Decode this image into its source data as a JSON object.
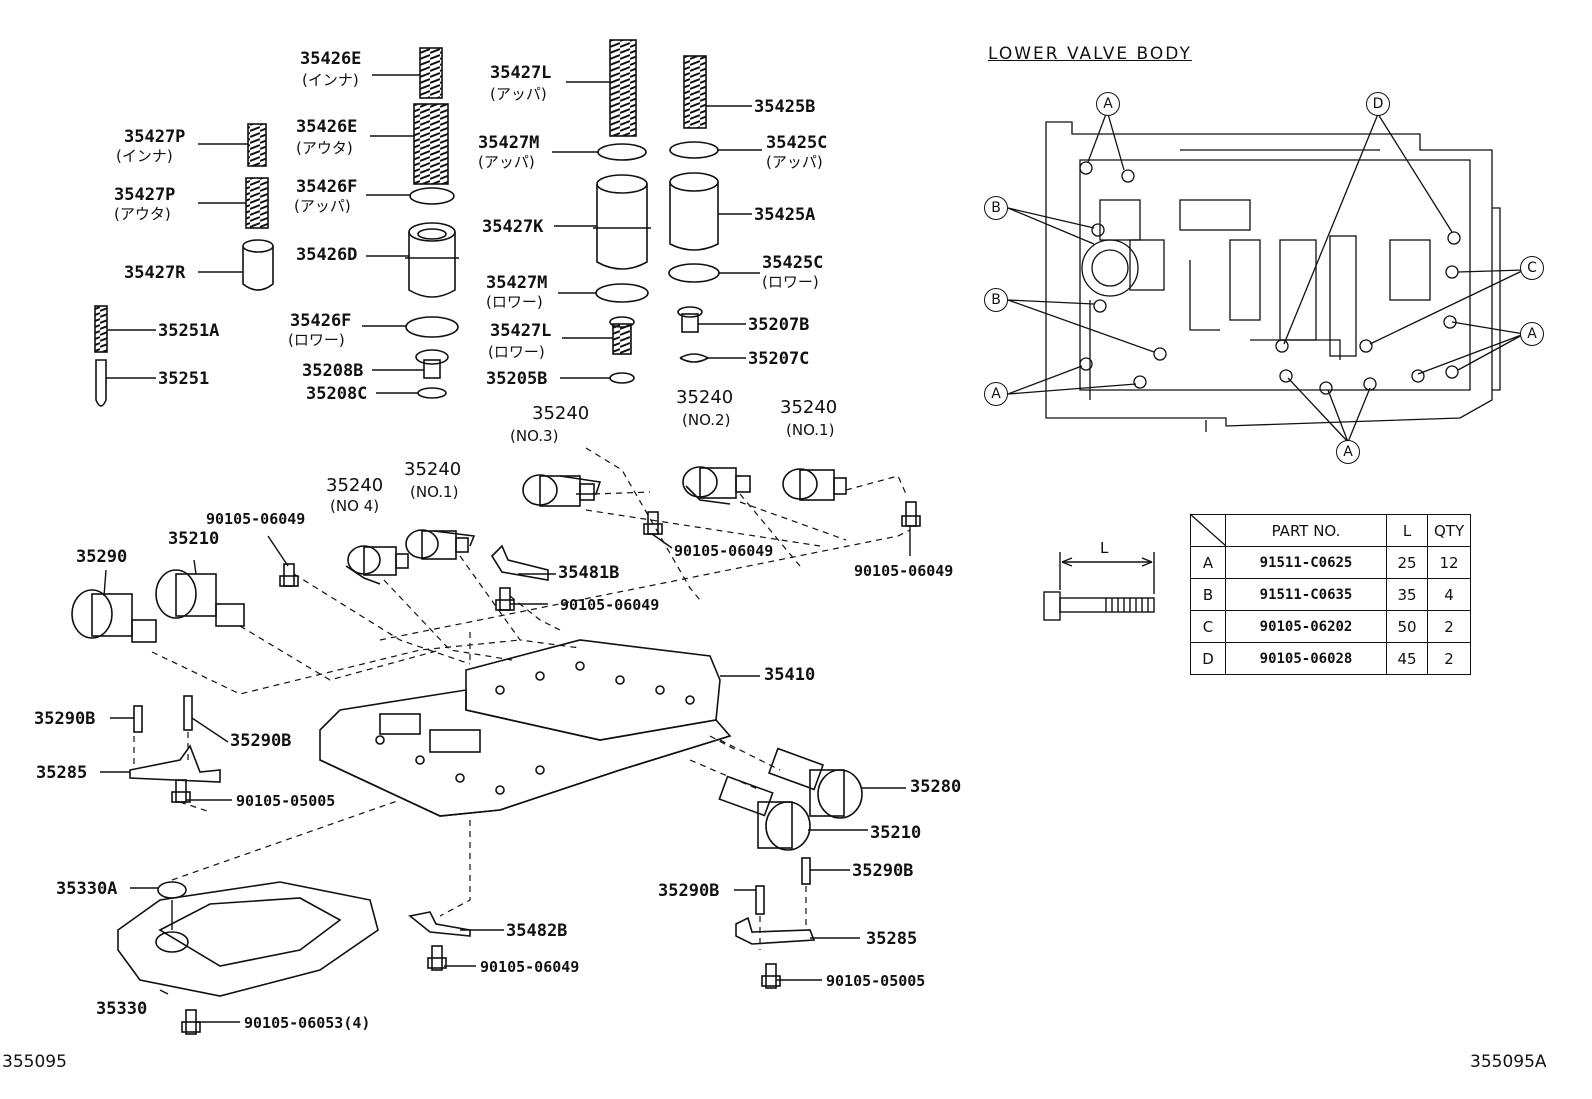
{
  "diagram": {
    "section_title": "LOWER VALVE BODY",
    "codes": {
      "left": "355095",
      "right": "355095A"
    },
    "dimension_label": "L",
    "labels": {
      "p35426E_top": "35426E",
      "p35426E_top_sub": "(インナ)",
      "p35426E_2": "35426E",
      "p35426E_2_sub": "(アウタ)",
      "p35426F_up": "35426F",
      "p35426F_up_sub": "(アッパ)",
      "p35426D": "35426D",
      "p35426F_lo": "35426F",
      "p35426F_lo_sub": "(ロワー)",
      "p35208B": "35208B",
      "p35208C": "35208C",
      "p35427P_1": "35427P",
      "p35427P_1_sub": "(インナ)",
      "p35427P_2": "35427P",
      "p35427P_2_sub": "(アウタ)",
      "p35427R": "35427R",
      "p35251A": "35251A",
      "p35251": "35251",
      "p35427L_up": "35427L",
      "p35427L_up_sub": "(アッパ)",
      "p35427M_up": "35427M",
      "p35427M_up_sub": "(アッパ)",
      "p35427K": "35427K",
      "p35427M_lo": "35427M",
      "p35427M_lo_sub": "(ロワー)",
      "p35427L_lo": "35427L",
      "p35427L_lo_sub": "(ロワー)",
      "p35205B": "35205B",
      "p35425B": "35425B",
      "p35425C_up": "35425C",
      "p35425C_up_sub": "(アッパ)",
      "p35425A": "35425A",
      "p35425C_lo": "35425C",
      "p35425C_lo_sub": "(ロワー)",
      "p35207B": "35207B",
      "p35207C": "35207C",
      "sol_no3": "35240",
      "sol_no3_sub": "(NO.3)",
      "sol_no2": "35240",
      "sol_no2_sub": "(NO.2)",
      "sol_no1r": "35240",
      "sol_no1r_sub": "(NO.1)",
      "sol_no1l": "35240",
      "sol_no1l_sub": "(NO.1)",
      "sol_no4": "35240",
      "sol_no4_sub": "(NO 4)",
      "b06049_a": "90105-06049",
      "b06049_b": "90105-06049",
      "b06049_c": "90105-06049",
      "b06049_d": "90105-06049",
      "b06049_e": "90105-06049",
      "p35481B": "35481B",
      "p35290": "35290",
      "p35210_l": "35210",
      "p35410": "35410",
      "p35290B_1": "35290B",
      "p35290B_2": "35290B",
      "p35285_l": "35285",
      "b05005_l": "90105-05005",
      "p35280": "35280",
      "p35210_r": "35210",
      "p35290B_3": "35290B",
      "p35290B_4": "35290B",
      "p35285_r": "35285",
      "b05005_r": "90105-05005",
      "p35330A": "35330A",
      "p35482B": "35482B",
      "p35330": "35330",
      "b06053": "90105-06053(4)"
    }
  },
  "parts_table": {
    "headers": [
      "",
      "PART NO.",
      "L",
      "QTY"
    ],
    "rows": [
      {
        "key": "A",
        "part": "91511-C0625",
        "l": "25",
        "qty": "12"
      },
      {
        "key": "B",
        "part": "91511-C0635",
        "l": "35",
        "qty": "4"
      },
      {
        "key": "C",
        "part": "90105-06202",
        "l": "50",
        "qty": "2"
      },
      {
        "key": "D",
        "part": "90105-06028",
        "l": "45",
        "qty": "2"
      }
    ]
  }
}
